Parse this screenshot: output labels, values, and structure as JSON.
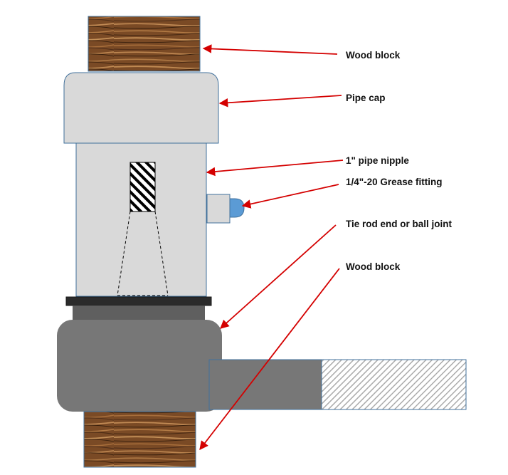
{
  "labels": {
    "wood_block_top": "Wood block",
    "pipe_cap": "Pipe cap",
    "pipe_nipple": "1\" pipe nipple",
    "grease_fitting": "1/4\"-20 Grease fitting",
    "tie_rod_end": "Tie rod end or ball joint",
    "wood_block_bottom": "Wood block"
  },
  "colors": {
    "arrow": "#d40000",
    "pipe": "#d9d9d9",
    "pipe_stroke": "#41719c",
    "ball_joint": "#777777",
    "ball_joint_dark": "#5f5f5f",
    "seal_ring": "#2b2b2b",
    "grease_fitting": "#5b9bd5",
    "wood_base": "#7a4a25"
  }
}
